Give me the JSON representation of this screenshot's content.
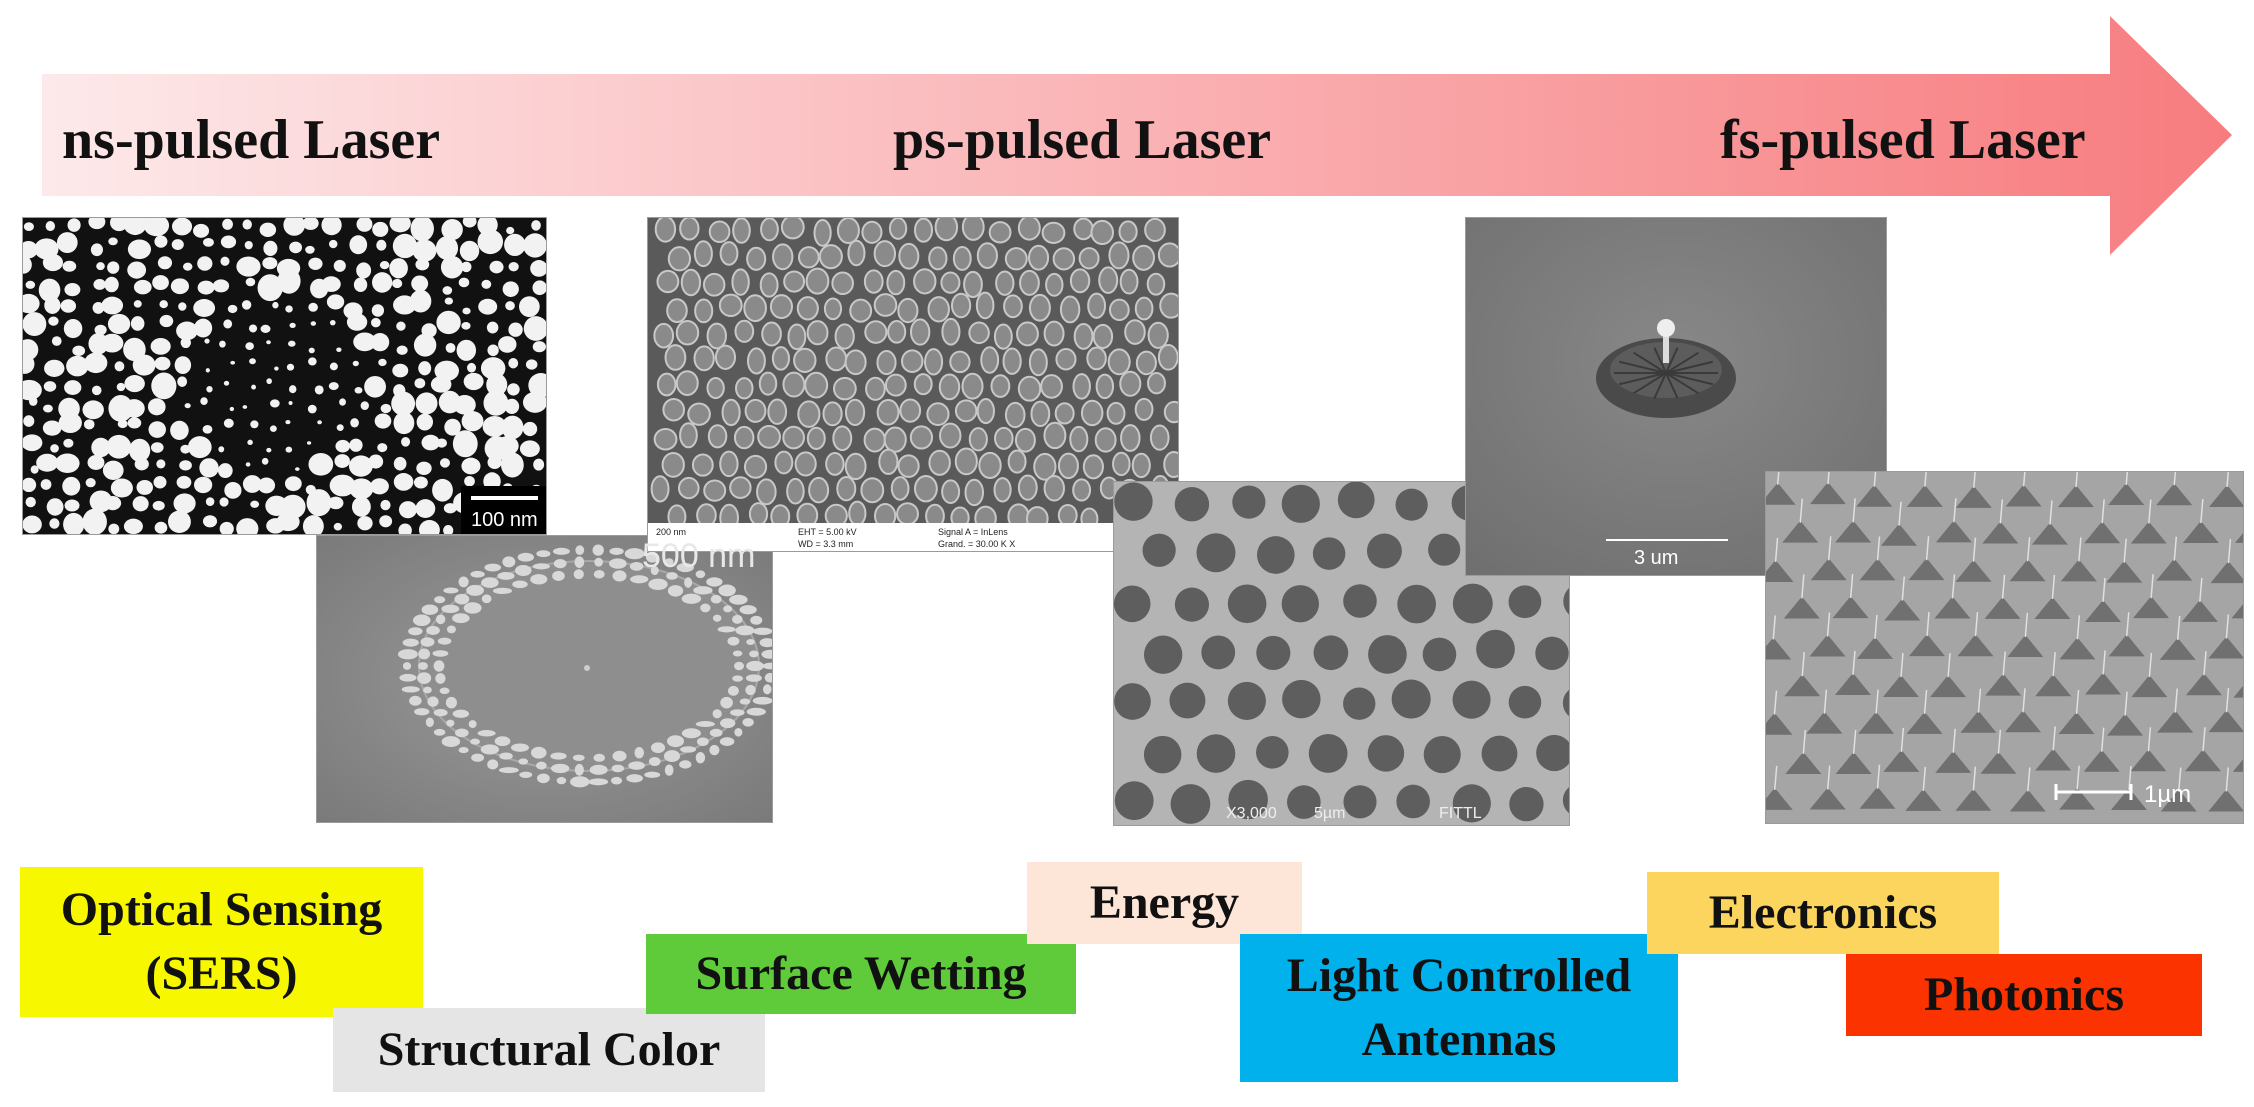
{
  "colors": {
    "arrow_start": "#fde9ea",
    "arrow_end": "#f77c7f",
    "optical_sensing": "#f7f700",
    "structural_color": "#e5e5e5",
    "surface_wetting": "#5fcb3a",
    "energy": "#fde5d8",
    "light_controlled_antennas": "#00b1eb",
    "electronics": "#fcd55f",
    "photonics": "#fa3300"
  },
  "timeline": {
    "ns_label": "ns-pulsed Laser",
    "ps_label": "ps-pulsed Laser",
    "fs_label": "fs-pulsed Laser"
  },
  "images": {
    "nanoparticles_scale": "100 nm",
    "ring_scale": "",
    "ripple_scale": "500 nm",
    "ripple_footer": [
      "200 nm",
      "EHT = 5.00 kV",
      "Signal A = InLens",
      "WD = 3.3 mm",
      "Grand. = 30.00 K X"
    ],
    "holes_footer": [
      "X3,000",
      "5µm",
      "FITTL"
    ],
    "bump_scale": "3 um",
    "spikes_scale": "1µm"
  },
  "applications": {
    "optical_sensing": [
      "Optical Sensing",
      "(SERS)"
    ],
    "structural_color": "Structural Color",
    "surface_wetting": "Surface Wetting",
    "energy": "Energy",
    "light_controlled_antennas": [
      "Light Controlled",
      "Antennas"
    ],
    "electronics": "Electronics",
    "photonics": "Photonics"
  }
}
